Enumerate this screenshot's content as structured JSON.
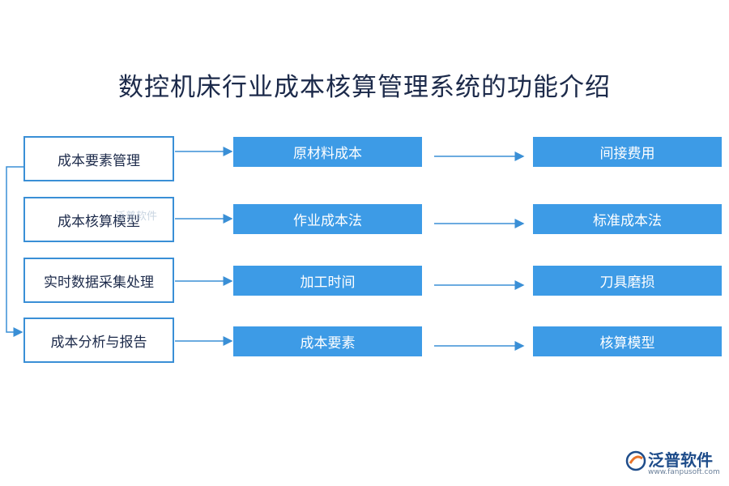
{
  "title": "数控机床行业成本核算管理系统的功能介绍",
  "rows": [
    {
      "module": "成本要素管理",
      "item": "原材料成本",
      "result": "间接费用"
    },
    {
      "module": "成本核算模型",
      "item": "作业成本法",
      "result": "标准成本法"
    },
    {
      "module": "实时数据采集处理",
      "item": "加工时间",
      "result": "刀具磨损"
    },
    {
      "module": "成本分析与报告",
      "item": "成本要素",
      "result": "核算模型"
    }
  ],
  "watermark": "泛普软件",
  "logo": {
    "name": "泛普软件",
    "url": "www.fanpusoft.com"
  },
  "colors": {
    "box_border": "#3a8fd6",
    "box_fill": "#3d9be6",
    "arrow": "#3a8fd6",
    "title": "#1c2a4a"
  }
}
